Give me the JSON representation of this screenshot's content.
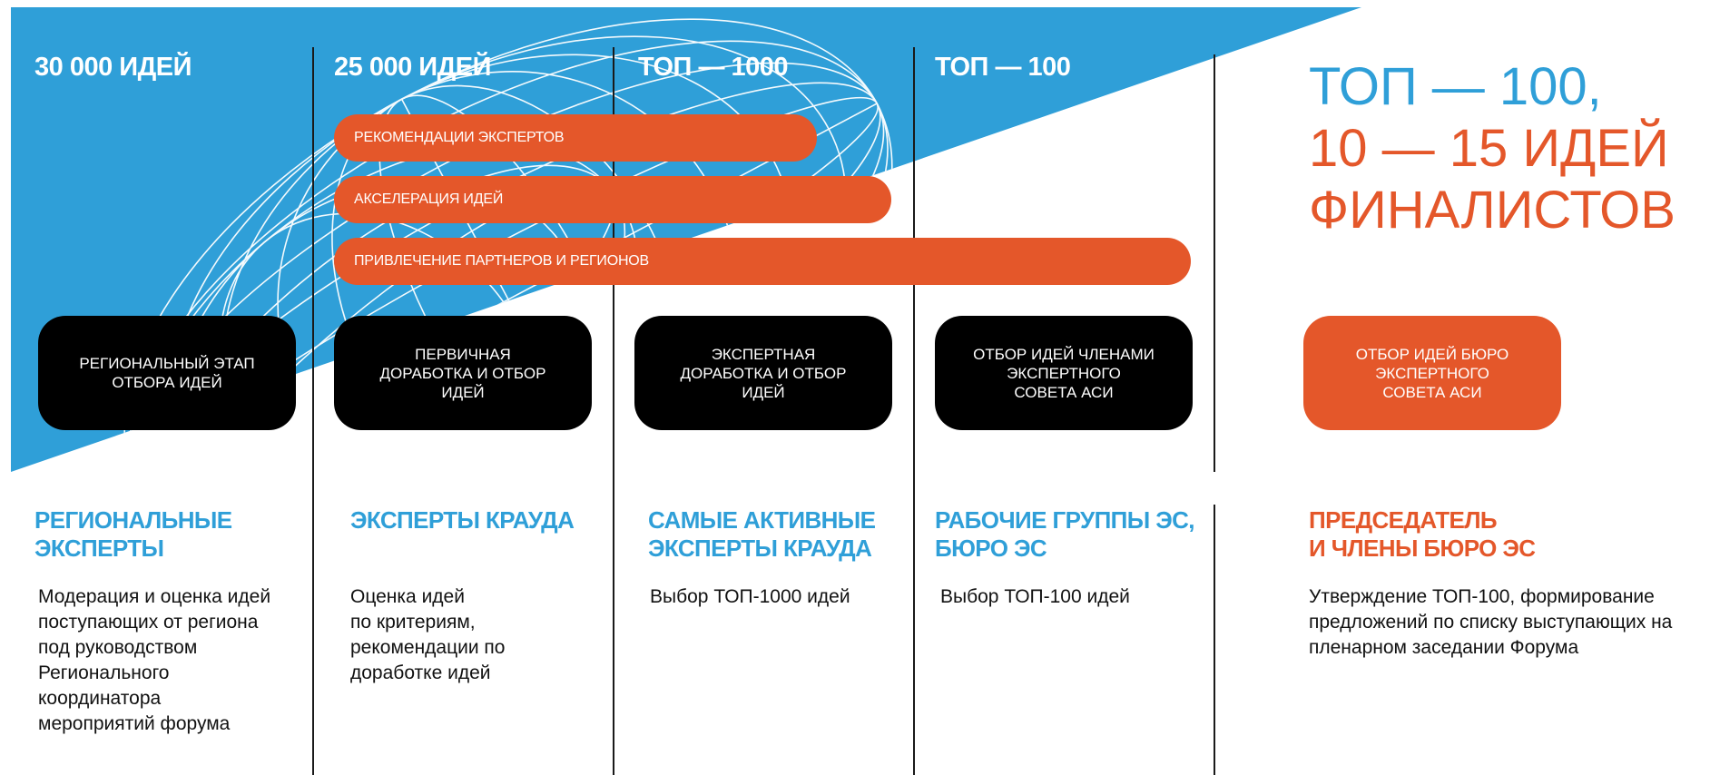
{
  "colors": {
    "blue": "#2f9fd8",
    "orange": "#e4572a",
    "black": "#000000"
  },
  "graphic": {
    "name": "globe-wireframe-icon"
  },
  "headers": [
    "30 000 ИДЕЙ",
    "25 000 ИДЕЙ",
    "ТОП — 1000",
    "ТОП — 100"
  ],
  "title": {
    "line1": "ТОП — 100,",
    "line2": "10 — 15 ИДЕЙ",
    "line3": "ФИНАЛИСТОВ"
  },
  "pills": [
    "РЕКОМЕНДАЦИИ ЭКСПЕРТОВ",
    "АКСЕЛЕРАЦИЯ ИДЕЙ",
    "ПРИВЛЕЧЕНИЕ ПАРТНЕРОВ И РЕГИОНОВ"
  ],
  "stages": [
    {
      "lines": [
        "РЕГИОНАЛЬНЫЙ ЭТАП",
        "ОТБОРА ИДЕЙ"
      ]
    },
    {
      "lines": [
        "ПЕРВИЧНАЯ",
        "ДОРАБОТКА И ОТБОР",
        "ИДЕЙ"
      ]
    },
    {
      "lines": [
        "ЭКСПЕРТНАЯ",
        "ДОРАБОТКА И ОТБОР",
        "ИДЕЙ"
      ]
    },
    {
      "lines": [
        "ОТБОР ИДЕЙ ЧЛЕНАМИ",
        "ЭКСПЕРТНОГО",
        "СОВЕТА АСИ"
      ]
    },
    {
      "lines": [
        "ОТБОР ИДЕЙ БЮРО",
        "ЭКСПЕРТНОГО",
        "СОВЕТА АСИ"
      ]
    }
  ],
  "roles": [
    {
      "lines": [
        "РЕГИОНАЛЬНЫЕ",
        "ЭКСПЕРТЫ"
      ]
    },
    {
      "lines": [
        "ЭКСПЕРТЫ КРАУДА"
      ]
    },
    {
      "lines": [
        "САМЫЕ АКТИВНЫЕ",
        "ЭКСПЕРТЫ КРАУДА"
      ]
    },
    {
      "lines": [
        "РАБОЧИЕ ГРУППЫ ЭС,",
        "БЮРО ЭС"
      ]
    },
    {
      "lines": [
        "ПРЕДСЕДАТЕЛЬ",
        "И ЧЛЕНЫ БЮРО ЭС"
      ]
    }
  ],
  "descriptions": [
    {
      "lines": [
        "Модерация и оценка идей",
        "поступающих от региона",
        "под руководством",
        "Регионального",
        "координатора",
        "мероприятий форума"
      ]
    },
    {
      "lines": [
        "Оценка идей",
        "по критериям,",
        "рекомендации по",
        "доработке идей"
      ]
    },
    {
      "lines": [
        "Выбор ТОП-1000 идей"
      ]
    },
    {
      "lines": [
        "Выбор ТОП-100 идей"
      ]
    },
    {
      "lines": [
        "Утверждение ТОП-100, формирование",
        "предложений по списку выступающих на",
        "пленарном заседании Форума"
      ]
    }
  ]
}
